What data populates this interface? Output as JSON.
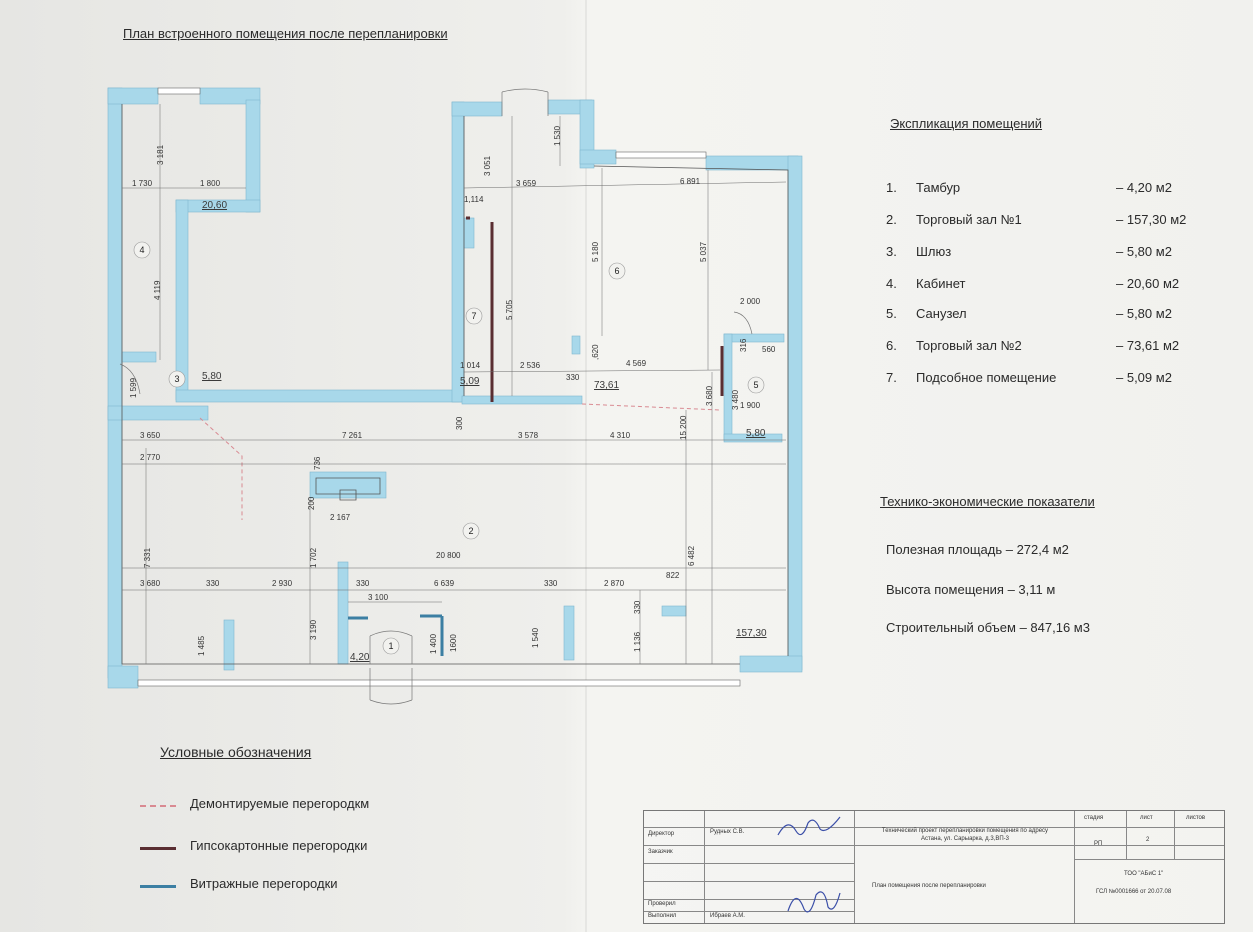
{
  "plan_title": "План встроенного помещения после перепланировки",
  "explication": {
    "title": "Экспликация помещений",
    "rooms": [
      {
        "num": "1.",
        "name": "Тамбур",
        "area": "– 4,20 м2"
      },
      {
        "num": "2.",
        "name": "Торговый зал №1",
        "area": "– 157,30 м2"
      },
      {
        "num": "3.",
        "name": "Шлюз",
        "area": "– 5,80 м2"
      },
      {
        "num": "4.",
        "name": "Кабинет",
        "area": "– 20,60 м2"
      },
      {
        "num": "5.",
        "name": "Санузел",
        "area": "– 5,80 м2"
      },
      {
        "num": "6.",
        "name": "Торговый зал №2",
        "area": "– 73,61 м2"
      },
      {
        "num": "7.",
        "name": "Подсобное помещение",
        "area": "– 5,09 м2"
      }
    ]
  },
  "tech": {
    "title": "Технико-экономические показатели",
    "useful_area": "Полезная площадь – 272,4 м2",
    "height": "Высота помещения – 3,11 м",
    "volume": "Строительный  объем – 847,16 м3"
  },
  "legend": {
    "title": "Условные обозначения",
    "items": [
      {
        "label": "Демонтируемые перегородкм",
        "color": "#d98a92",
        "style": "dashed"
      },
      {
        "label": "Гипсокартонные перегородки",
        "color": "#5a2e32",
        "style": "solid"
      },
      {
        "label": "Витражные перегородки",
        "color": "#3c7fa3",
        "style": "solid"
      }
    ]
  },
  "stamp": {
    "director_label": "Директор",
    "customer_label": "Заказчик",
    "checked_label": "Проверил",
    "performed_label": "Выполнил",
    "director_name": "Рудных С.В.",
    "performer_name": "Ибраев А.М.",
    "project": "Технический проект  перепланировки помещения по адресу Астана, ул. Сарыарка, д.3,ВП-3",
    "stage_label": "стадия",
    "sheet_label": "лист",
    "sheets_label": "листов",
    "stage": "РП",
    "sheet": "2",
    "drawing": "План помещения после перепланировки",
    "company": "ТОО \"АБиС 1\"",
    "license": "ГСЛ №0001666 от 20.07.08"
  },
  "plan": {
    "wall_color": "#a8d8ea",
    "room_numbers": [
      "1",
      "2",
      "3",
      "4",
      "5",
      "6",
      "7"
    ],
    "areas": [
      "20,60",
      "5,80",
      "5,09",
      "73,61",
      "5,80",
      "4,20",
      "157,30"
    ],
    "dims": [
      "3 181",
      "1 730",
      "1 800",
      "4 119",
      "1 599",
      "3 051",
      "1 530",
      "3 659",
      "6 891",
      "1,114",
      "5 180",
      "5 037",
      "5 705",
      "2 000",
      "1 014",
      "2 536",
      "330",
      "4 569",
      ",620",
      "316",
      "560",
      "3 480",
      "1 900",
      "3 680",
      "15 200",
      "300",
      "3 650",
      "7 261",
      "3 578",
      "4 310",
      "2 770",
      "736",
      "200",
      "2 167",
      "1 702",
      "20 800",
      "6 482",
      "7 331",
      "3 680",
      "330",
      "2 930",
      "330",
      "6 639",
      "330",
      "2 870",
      "822",
      "3 190",
      "3 100",
      "1 485",
      "1 400",
      "1600",
      "1 540",
      "1 136",
      "330"
    ]
  }
}
